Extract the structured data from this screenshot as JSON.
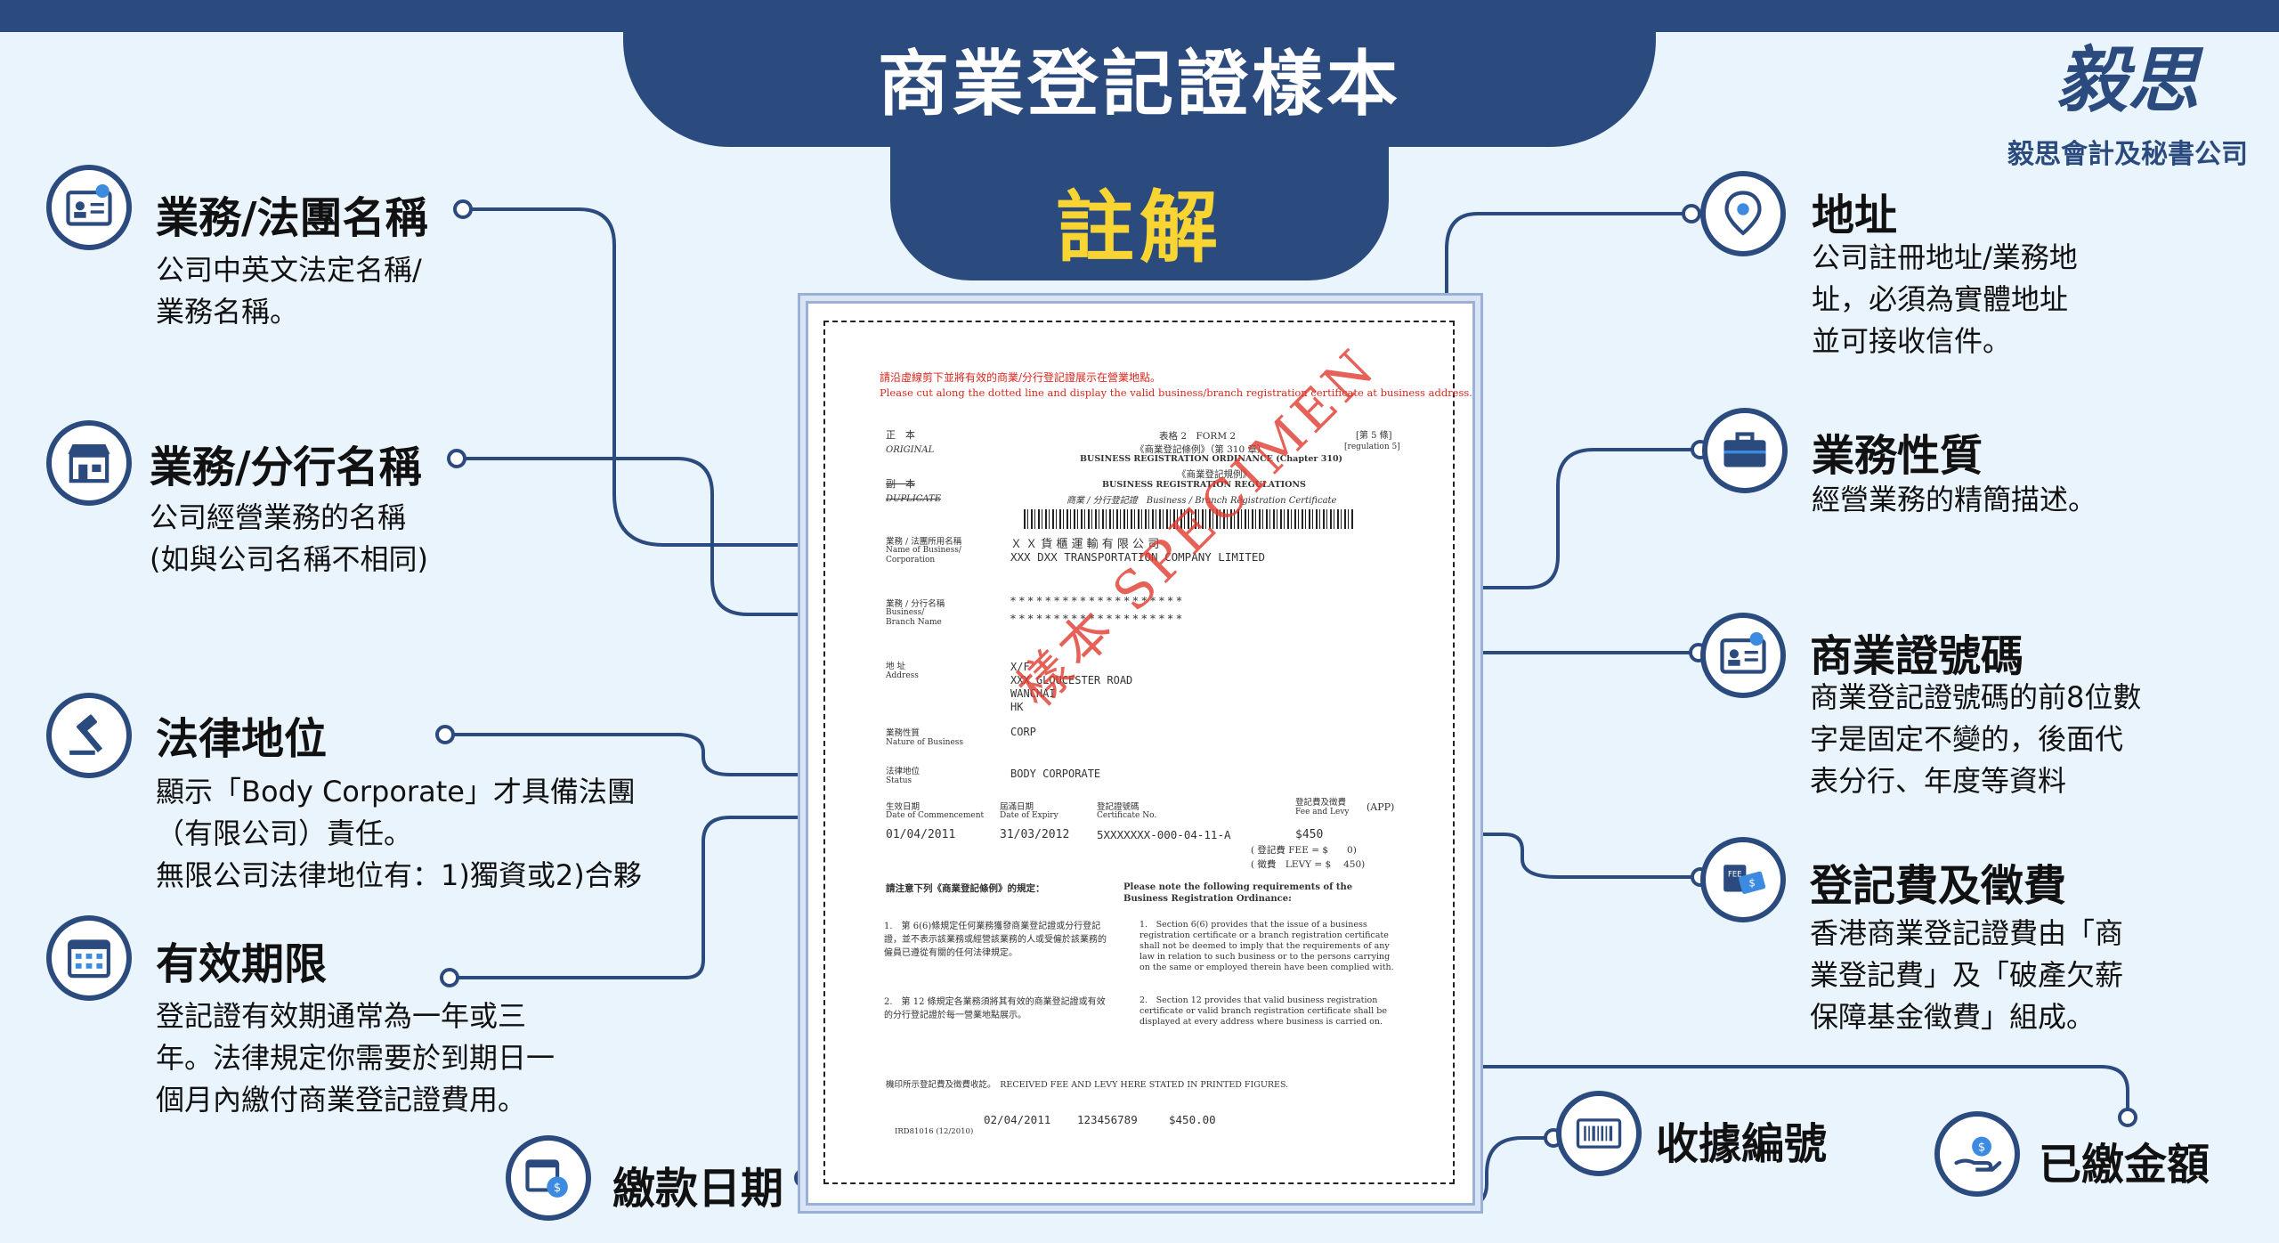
{
  "header": {
    "title": "商業登記證樣本",
    "subtitle": "註解"
  },
  "logo": {
    "mark": "毅思",
    "name": "毅思會計及秘書公司"
  },
  "annotations": {
    "business_name": {
      "title": "業務/法團名稱",
      "desc": "公司中英文法定名稱/\n業務名稱。"
    },
    "branch_name": {
      "title": "業務/分行名稱",
      "desc": "公司經營業務的名稱\n(如與公司名稱不相同)"
    },
    "legal_status": {
      "title": "法律地位",
      "desc": "顯示「Body Corporate」才具備法團\n（有限公司）責任。\n無限公司法律地位有：1)獨資或2)合夥"
    },
    "validity": {
      "title": "有效期限",
      "desc": "登記證有效期通常為一年或三\n年。法律規定你需要於到期日一\n個月內繳付商業登記證費用。"
    },
    "payment_date": {
      "title": "繳款日期"
    },
    "address": {
      "title": "地址",
      "desc": "公司註冊地址/業務地\n址，必須為實體地址\n並可接收信件。"
    },
    "nature": {
      "title": "業務性質",
      "desc": "經營業務的精簡描述。"
    },
    "cert_no": {
      "title": "商業證號碼",
      "desc": "商業登記證號碼的前8位數\n字是固定不變的，後面代\n表分行、年度等資料"
    },
    "fees": {
      "title": "登記費及徵費",
      "desc": "香港商業登記證費由「商\n業登記費」及「破產欠薪\n保障基金徵費」組成。"
    },
    "receipt_no": {
      "title": "收據編號"
    },
    "amount_paid": {
      "title": "已繳金額"
    }
  },
  "document": {
    "notice_zh": "請沿虛線剪下並將有效的商業/分行登記證展示在營業地點。",
    "notice_en": "Please cut along the dotted line and display the valid business/branch registration certificate at business address.",
    "original_zh": "正　本",
    "original_en": "ORIGINAL",
    "duplicate_zh": "副　本",
    "duplicate_en": "DUPLICATE",
    "form_no": "表格 2　FORM 2",
    "regulation": "[第 5 條]",
    "regulation_en": "[regulation 5]",
    "ordinance_zh": "《商業登記條例》（第 310 章）",
    "ordinance_en": "BUSINESS REGISTRATION ORDINANCE (Chapter 310)",
    "regs_zh": "《商業登記規例》",
    "regs_en": "BUSINESS REGISTRATION REGULATIONS",
    "cert_title": "商業 / 分行登記證　Business / Branch Registration Certificate",
    "name_label": "業務 / 法團所用名稱",
    "name_label_en": "Name of Business/ Corporation",
    "name_zh": "Ｘ Ｘ 貨 櫃 運 輸 有 限 公 司",
    "name_en": "XXX DXX TRANSPORTATION COMPANY LIMITED",
    "branch_label": "業務 / 分行名稱",
    "branch_label_en": "Business/ Branch Name",
    "branch_value": "* * * * * * * * * * * * * * * * * * * *",
    "address_label": "地 址",
    "address_label_en": "Address",
    "address_1": "X/F",
    "address_2": "XXX GLOUCESTER ROAD",
    "address_3": "WANCHAI",
    "address_4": "HK",
    "nature_label": "業務性質",
    "nature_label_en": "Nature of Business",
    "nature_value": "CORP",
    "status_label": "法律地位",
    "status_label_en": "Status",
    "status_value": "BODY CORPORATE",
    "commence_label": "生效日期",
    "commence_label_en": "Date of Commencement",
    "commence_value": "01/04/2011",
    "expiry_label": "屆滿日期",
    "expiry_label_en": "Date of Expiry",
    "expiry_value": "31/03/2012",
    "certno_label": "登記證號碼",
    "certno_label_en": "Certificate No.",
    "certno_value": "5XXXXXXX-000-04-11-A",
    "fee_label": "登記費及徵費",
    "fee_label_en": "Fee and Levy",
    "fee_app": "(APP)",
    "fee_total": "$450",
    "fee_line": "( 登記費 FEE = $　　0)",
    "levy_line": "( 徵費　LEVY = $　 450)",
    "stamp_text": "樣本 SPECIMEN",
    "note_zh_head": "請注意下列《商業登記條例》的規定：",
    "note_en_head": "Please note the following requirements of the Business Registration Ordinance:",
    "note1_zh": "1.　第 6(6)條規定任何業務獲發商業登記證或分行登記證，並不表示該業務或經營該業務的人或受僱於該業務的僱員已遵從有關的任何法律規定。",
    "note1_en": "1.　Section 6(6) provides that the issue of a business registration certificate or a branch registration certificate shall not be deemed to imply that the requirements of any law in relation to such business or to the persons carrying on the same or employed therein have been complied with.",
    "note2_zh": "2.　第 12 條規定各業務須將其有效的商業登記證或有效的分行登記證於每一營業地點展示。",
    "note2_en": "2.　Section 12 provides that valid business registration certificate or valid branch registration certificate shall be displayed at every address where business is carried on.",
    "received": "機印所示登記費及徵費收訖。　RECEIVED FEE AND LEVY HERE STATED IN PRINTED FIGURES.",
    "paid_date": "02/04/2011",
    "receipt_value": "123456789",
    "paid_amount": "$450.00",
    "form_code": "IRD81016 (12/2010)"
  },
  "colors": {
    "navy": "#2b4a7e",
    "accent_yellow": "#f8d533",
    "background": "#eaf4fd",
    "stamp_red": "#e03a2f"
  }
}
